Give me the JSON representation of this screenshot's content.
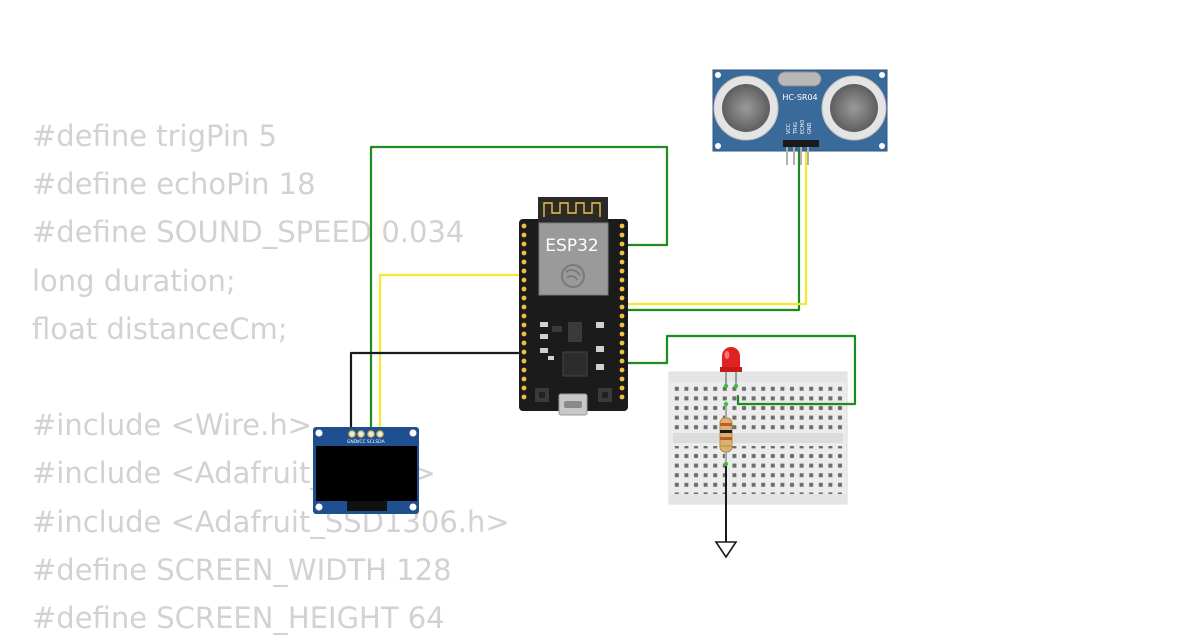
{
  "code_lines": [
    "#define trigPin 5",
    "#define echoPin 18",
    "#define SOUND_SPEED 0.034",
    "long duration;",
    "float distanceCm;",
    "",
    "#include <Wire.h>",
    "#include <Adafruit_GFX.h>",
    "#include <Adafruit_SSD1306.h>",
    "#define SCREEN_WIDTH 128",
    "#define SCREEN_HEIGHT 64"
  ],
  "esp32": {
    "label": "ESP32"
  },
  "hcsr04": {
    "label": "HC-SR04",
    "pins": [
      "VCC",
      "TRIG",
      "ECHO",
      "GND"
    ]
  },
  "oled": {
    "pins": [
      "GND",
      "VCC",
      "SCL",
      "SDA"
    ]
  },
  "colors": {
    "wire_green": "#1f8a1f",
    "wire_yellow": "#f2ea2a",
    "wire_black": "#1a1a1a",
    "sensor_blue": "#3a6a9a",
    "oled_blue": "#1f4f8f",
    "board_black": "#1b1b1b",
    "led_red": "#e02222"
  }
}
